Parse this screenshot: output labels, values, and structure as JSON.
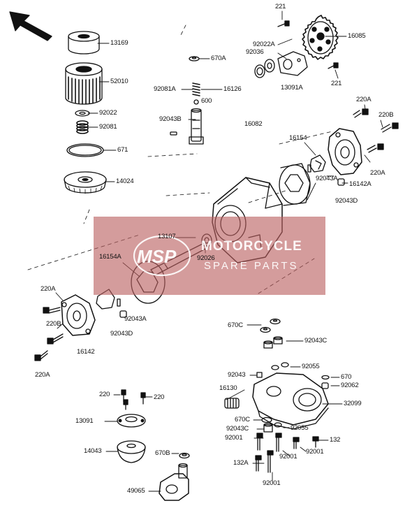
{
  "watermark": {
    "logo": "MSP",
    "line1": "MOTORCYCLE",
    "line2": "SPARE PARTS",
    "color": "#c46a6a"
  },
  "icons": {
    "direction": "arrow-up-left-icon"
  },
  "labels": {
    "p221_top": "221",
    "p13169": "13169",
    "p52010": "52010",
    "p92022": "92022",
    "p92081": "92081",
    "p671": "671",
    "p14024": "14024",
    "p670a": "670A",
    "p92081a": "92081A",
    "p16126": "16126",
    "p600": "600",
    "p92043b": "92043B",
    "p92022a": "92022A",
    "p92036": "92036",
    "p13091a": "13091A",
    "p16085": "16085",
    "p221_b": "221",
    "p220a_r": "220A",
    "p220b_r": "220B",
    "p16082": "16082",
    "p16154": "16154",
    "p92043a_r": "92043A",
    "p16142a": "16142A",
    "p220a_r2": "220A",
    "p92043d_r": "92043D",
    "p13107": "13107",
    "p16154a": "16154A",
    "p92026": "92026",
    "p220a_l": "220A",
    "p220b_l": "220B",
    "p92043a_l": "92043A",
    "p92043d_l": "92043D",
    "p16142": "16142",
    "p220a_l2": "220A",
    "p670c": "670C",
    "p92043c": "92043C",
    "p92043": "92043",
    "p92055": "92055",
    "p670": "670",
    "p16130": "16130",
    "p92062": "92062",
    "p32099": "32099",
    "p670c_b": "670C",
    "p92043c_b": "92043C",
    "p92055_b": "92055",
    "p92001_a": "92001",
    "p132": "132",
    "p92001_b": "92001",
    "p92001_c": "92001",
    "p132a": "132A",
    "p92001_d": "92001",
    "p220_a": "220",
    "p220_b": "220",
    "p13091": "13091",
    "p14043": "14043",
    "p670b": "670B",
    "p49065": "49065"
  }
}
